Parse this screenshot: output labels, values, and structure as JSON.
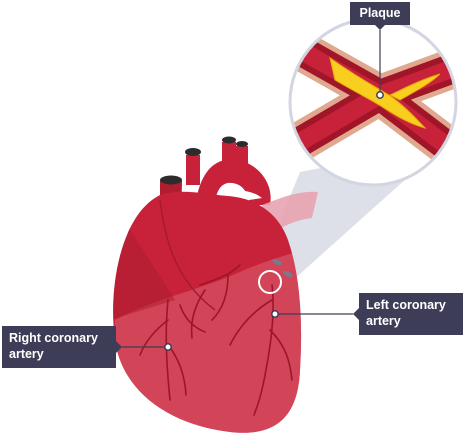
{
  "labels": {
    "plaque": "Plaque",
    "left_coronary_artery": "Left coronary\nartery",
    "right_coronary_artery": "Right coronary\nartery"
  },
  "colors": {
    "heart_red": "#c8223a",
    "heart_dark": "#a71a2e",
    "artery_wall": "#e0a88f",
    "plaque_yellow": "#f8cf1f",
    "callout_bg": "#3e3d57",
    "zoom_cone": "#d3d6e2"
  }
}
